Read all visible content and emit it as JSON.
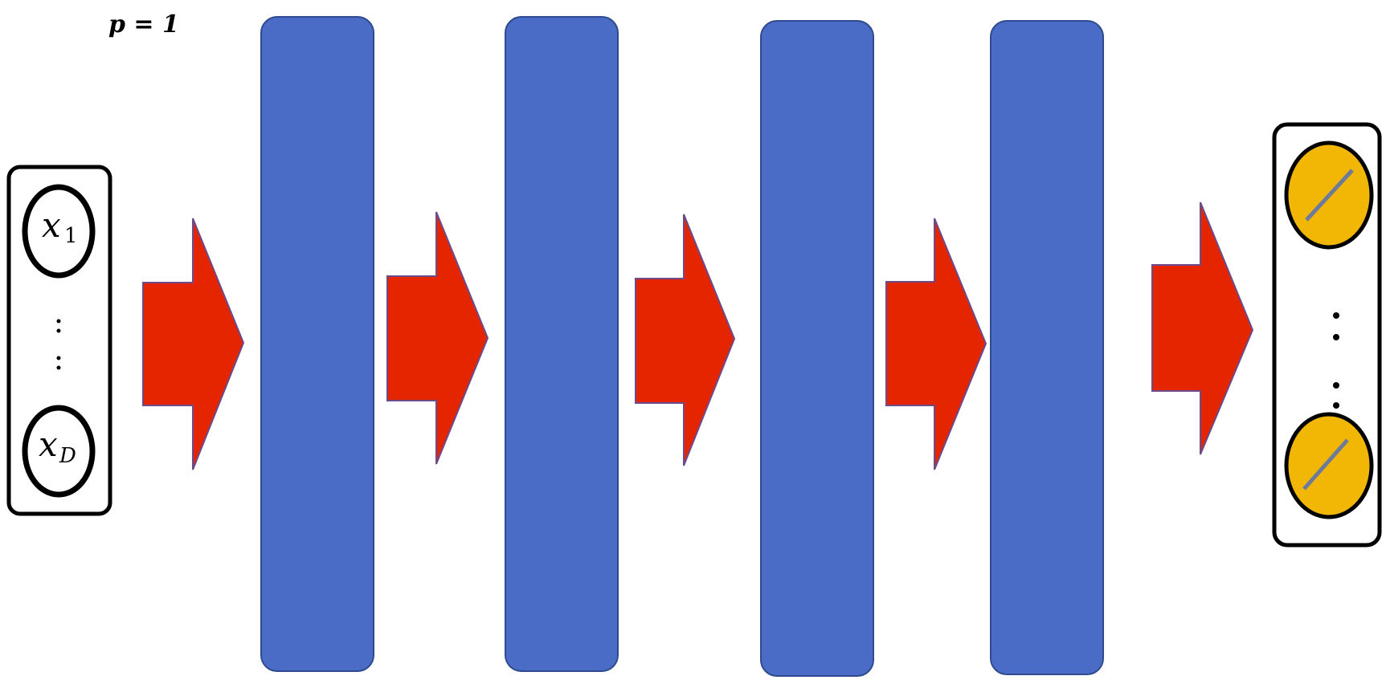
{
  "header": {
    "param_label": "p = 1"
  },
  "input_box": {
    "nodes": [
      {
        "var": "x",
        "subscript": "1"
      },
      {
        "var": "x",
        "subscript": "D"
      }
    ]
  },
  "hidden_layers": {
    "count": 4
  },
  "arrows": {
    "count": 5
  },
  "output_box": {
    "node_count_visible": 2,
    "node_icon": "linear-activation-icon"
  },
  "colors": {
    "layer_fill": "#4a6cc6",
    "layer_stroke": "#2f4b8f",
    "arrow_fill": "#e52400",
    "arrow_stroke": "#6b4b8a",
    "output_node_fill": "#f2b705",
    "output_node_line": "#6d7b99",
    "outline": "#000000"
  }
}
